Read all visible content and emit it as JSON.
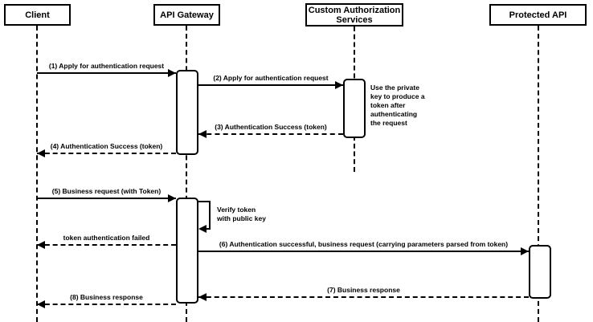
{
  "diagram": {
    "type": "sequence",
    "colors": {
      "line": "#000000",
      "background": "#ffffff"
    },
    "actors": [
      {
        "id": "client",
        "label": "Client"
      },
      {
        "id": "api-gateway",
        "label": "API Gateway"
      },
      {
        "id": "custom-authorization-services",
        "label": "Custom Authorization Services"
      },
      {
        "id": "protected-api",
        "label": "Protected API"
      }
    ],
    "messages": [
      {
        "num": "1",
        "label": "(1) Apply for authentication request",
        "from": "client",
        "to": "api-gateway",
        "style": "solid"
      },
      {
        "num": "2",
        "label": "(2) Apply for authentication request",
        "from": "api-gateway",
        "to": "custom-authorization-services",
        "style": "solid"
      },
      {
        "num": "3",
        "label": "(3) Authentication Success (token)",
        "from": "custom-authorization-services",
        "to": "api-gateway",
        "style": "dashed"
      },
      {
        "num": "4",
        "label": "(4) Authentication Success (token)",
        "from": "api-gateway",
        "to": "client",
        "style": "dashed"
      },
      {
        "num": "5",
        "label": "(5) Business request (with Token)",
        "from": "client",
        "to": "api-gateway",
        "style": "solid"
      },
      {
        "num": "self",
        "label_lines": [
          "Verify token",
          "with public key"
        ],
        "from": "api-gateway",
        "to": "api-gateway",
        "style": "self"
      },
      {
        "num": "",
        "label": "token authentication failed",
        "from": "api-gateway",
        "to": "client",
        "style": "dashed"
      },
      {
        "num": "6",
        "label": "(6) Authentication successful, business request (carrying parameters parsed from token)",
        "from": "api-gateway",
        "to": "protected-api",
        "style": "solid"
      },
      {
        "num": "7",
        "label": "(7) Business response",
        "from": "protected-api",
        "to": "api-gateway",
        "style": "dashed"
      },
      {
        "num": "8",
        "label": "(8) Business response",
        "from": "api-gateway",
        "to": "client",
        "style": "dashed"
      }
    ],
    "note_lines": [
      "Use the private",
      "key to produce a",
      "token after",
      "authenticating",
      "the request"
    ]
  }
}
